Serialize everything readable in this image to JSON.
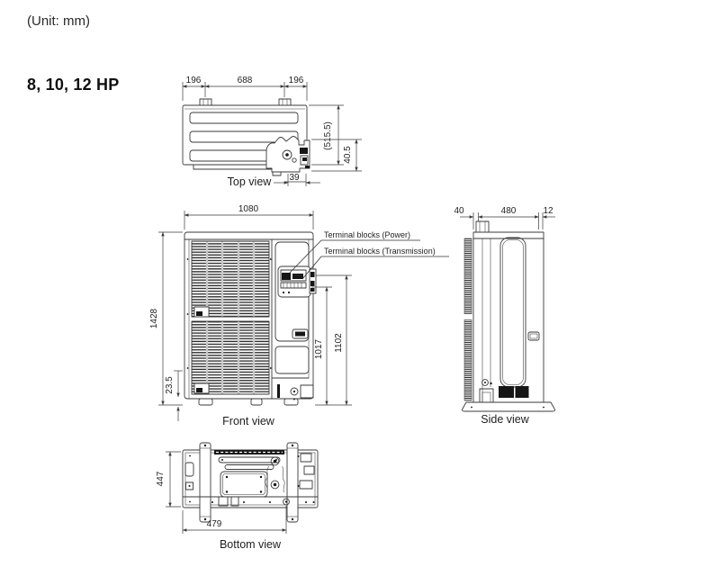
{
  "page": {
    "unit_note": "(Unit: mm)",
    "model_heading": "8, 10, 12 HP"
  },
  "colors": {
    "background": "#ffffff",
    "line": "#3a3a3a",
    "dark_fill": "#161616",
    "text": "#1f1f1f"
  },
  "views": {
    "top": {
      "label": "Top view",
      "dims": {
        "bracket_left": "196",
        "bracket_span": "688",
        "bracket_right": "196",
        "depth_ref": "(515.5)",
        "valve_protrusion": "40.5",
        "pipe_offset": "39"
      }
    },
    "front": {
      "label": "Front view",
      "dims": {
        "width": "1080",
        "height": "1428",
        "base_height": "23.5",
        "terminal_low": "1017",
        "terminal_high": "1102"
      },
      "callouts": {
        "power": "Terminal blocks (Power)",
        "transmission": "Terminal blocks (Transmission)"
      }
    },
    "side": {
      "label": "Side view",
      "dims": {
        "front_offset": "40",
        "base_depth": "480",
        "rear_offset": "12"
      }
    },
    "bottom": {
      "label": "Bottom view",
      "dims": {
        "depth": "447",
        "bolt_pitch": "479"
      }
    }
  }
}
